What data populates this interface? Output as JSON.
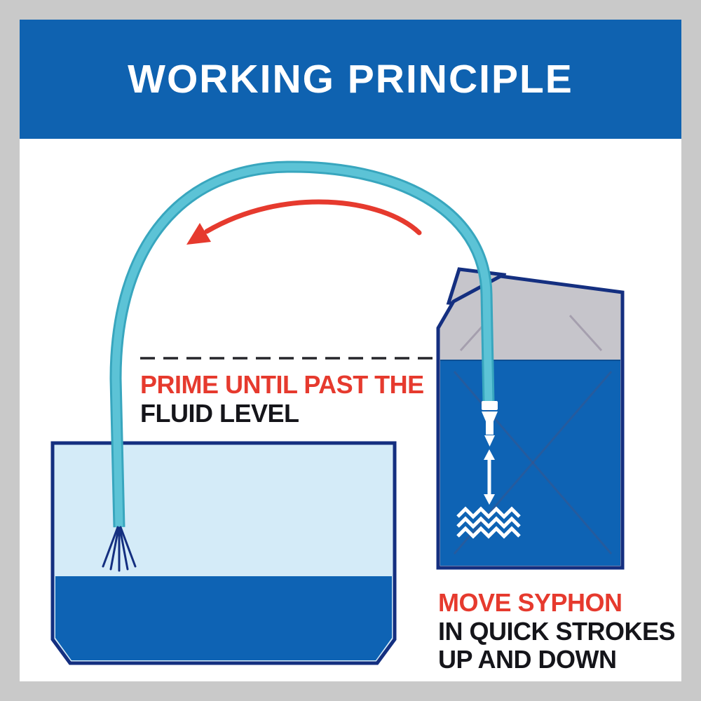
{
  "header": {
    "title": "WORKING PRINCIPLE"
  },
  "annotations": {
    "prime": {
      "line1": "PRIME UNTIL PAST THE",
      "line2": "FLUID LEVEL"
    },
    "move": {
      "line1": "MOVE SYPHON",
      "line2": "IN QUICK STROKES",
      "line3": "UP AND DOWN"
    }
  },
  "icons": {
    "hose": "syphon-hose",
    "flow_arrow": "red-flow-direction-arrow",
    "fluid_level": "dashed-fluid-level-line",
    "tank": "receiving-tank",
    "can": "jerry-can",
    "pump": "syphon-pump-head",
    "stroke_arrow": "up-down-stroke-arrow",
    "waves": "fluid-surface-waves",
    "nozzle": "hose-nozzle"
  },
  "colors": {
    "frame_gray": "#c9c9c9",
    "header_blue": "#0f62b0",
    "accent_red": "#e63a2e",
    "tube_teal": "#5cc3d6",
    "tube_teal_dark": "#38a6be",
    "fluid_dark_blue": "#0e63b4",
    "fluid_light_blue": "#d4ebf8",
    "outline_navy": "#142f80",
    "can_gray": "#c6c5cb",
    "text_dark": "#15151a"
  }
}
